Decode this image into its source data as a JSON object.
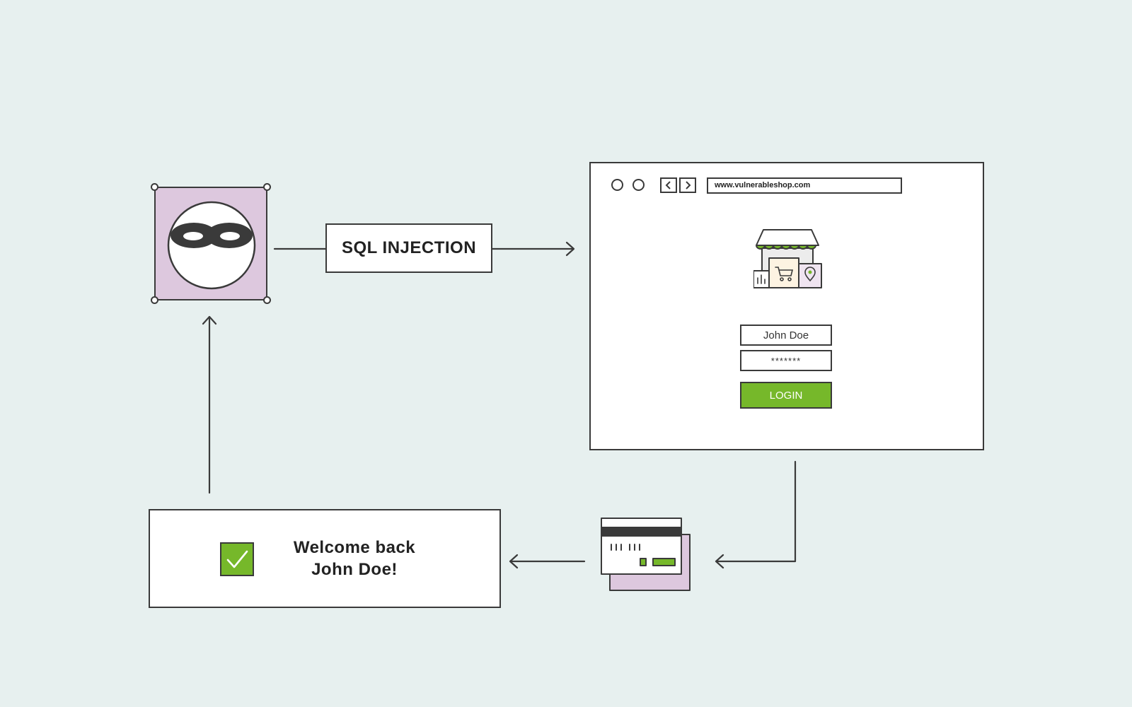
{
  "diagram": {
    "attack_label": "SQL INJECTION",
    "browser": {
      "url": "www.vulnerableshop.com",
      "username_value": "John Doe",
      "password_value": "*******",
      "login_label": "LOGIN"
    },
    "result": {
      "line1": "Welcome back",
      "line2": "John Doe!"
    }
  },
  "icons": {
    "attacker": "masked-hacker-icon",
    "shop": "storefront-icon",
    "card": "credit-card-icon",
    "check": "checkmark-icon"
  },
  "colors": {
    "background": "#e7f0ef",
    "accent_green": "#76b82a",
    "accent_purple": "#ddc8de",
    "stroke": "#3a3a3a"
  }
}
